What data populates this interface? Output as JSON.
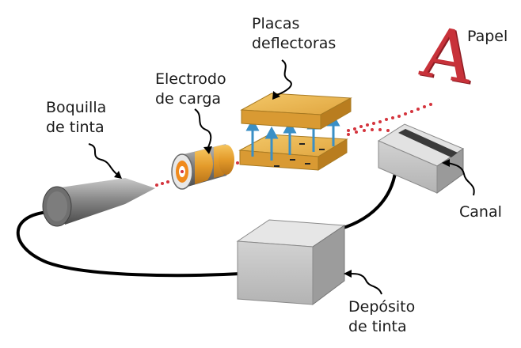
{
  "labels": {
    "nozzle": [
      "Boquilla",
      "de tinta"
    ],
    "electrode": [
      "Electrodo",
      "de carga"
    ],
    "plates": [
      "Placas",
      "deflectoras"
    ],
    "paper": "Papel",
    "channel": "Canal",
    "reservoir": [
      "Depósito",
      "de tinta"
    ]
  },
  "printed_letter": "A",
  "colors": {
    "ink_drop": "#d4343d",
    "plate_gold": "#e8b04a",
    "field_arrow": "#3a8fc6",
    "letter": "#c8323a",
    "metal_gray": "#8c8c8c"
  }
}
